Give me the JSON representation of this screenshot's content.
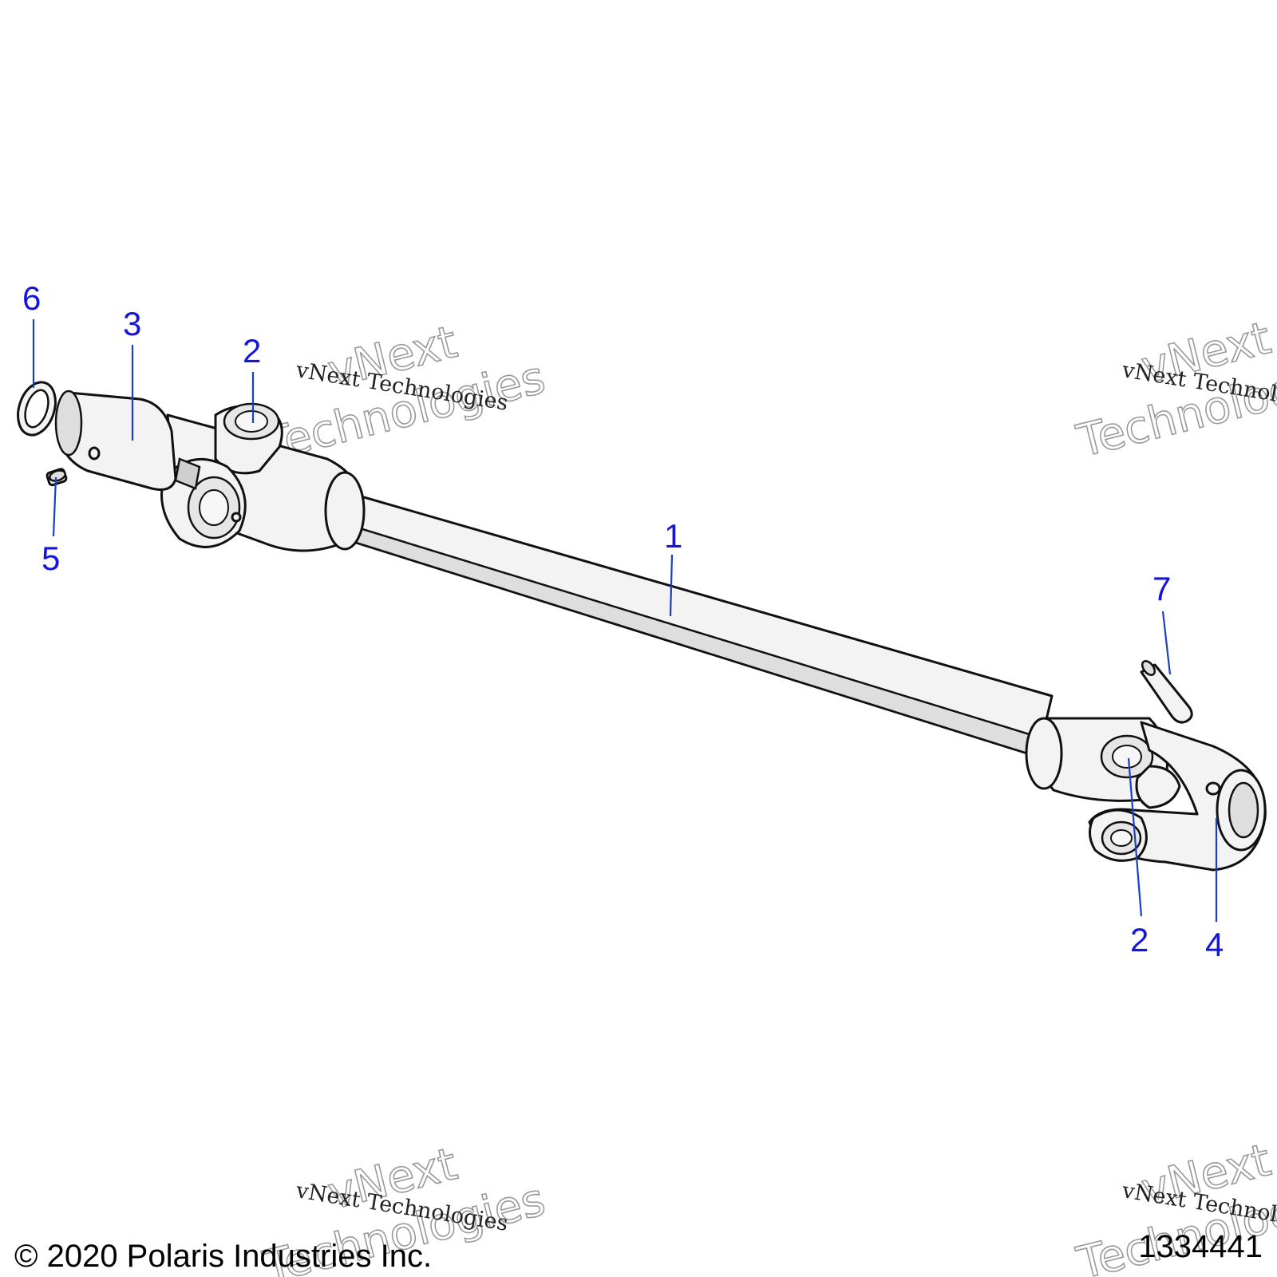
{
  "callouts": [
    {
      "id": "c1",
      "label": "1"
    },
    {
      "id": "c2a",
      "label": "2"
    },
    {
      "id": "c2b",
      "label": "2"
    },
    {
      "id": "c3",
      "label": "3"
    },
    {
      "id": "c4",
      "label": "4"
    },
    {
      "id": "c5",
      "label": "5"
    },
    {
      "id": "c6",
      "label": "6"
    },
    {
      "id": "c7",
      "label": "7"
    }
  ],
  "watermark": {
    "text": "vNext Technologies",
    "outline_line1": "vNext",
    "outline_line2": "Technologies"
  },
  "footer": {
    "copyright": "© 2020 Polaris Industries Inc.",
    "drawing_number": "1334441"
  },
  "colors": {
    "callout": "#1515e0",
    "leader": "#1a3fbf",
    "line_art": "#111111"
  }
}
